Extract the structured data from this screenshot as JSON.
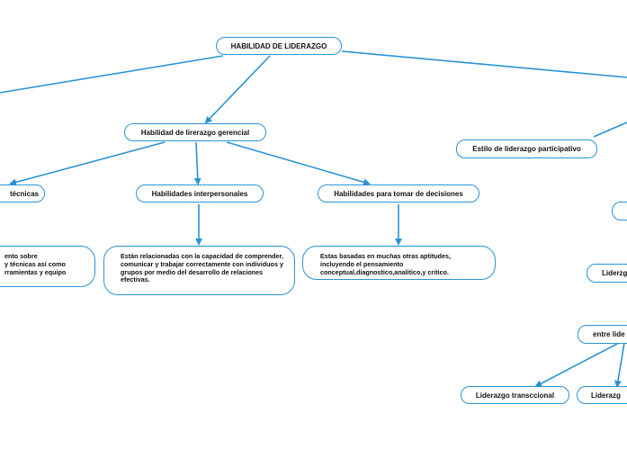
{
  "nodes": {
    "root": "HABILIDAD DE LIDERAZGO",
    "gerencial": "Habilidad de lirerazgo gerencial",
    "tecnicas": "técnicas",
    "interpersonales": "Habilidades interpersonales",
    "decisiones": "Habilidades para tomar de decisiones",
    "tecnicas_desc": "ento sobre\ny técnicas así como\nrramientas y equipo",
    "interpersonales_desc": "Están relacionadas con la capacidad de comprender, comunicar y trabajar correctamente con individuos y grupos por medio del desarrollo de relaciones efectivas.",
    "decisiones_desc": "Estas basadas en muchas otras aptitudes, incluyendo el pensamiento conceptual,diagnostico,analitico,y critico.",
    "participativo": "Estilo de liderazgo participativo",
    "liderazgo_cut": "Liderzg",
    "entre_lideres": "entre lide",
    "transaccional": "Liderazgo transccional",
    "liderazgo_bottom": "Liderazg"
  }
}
